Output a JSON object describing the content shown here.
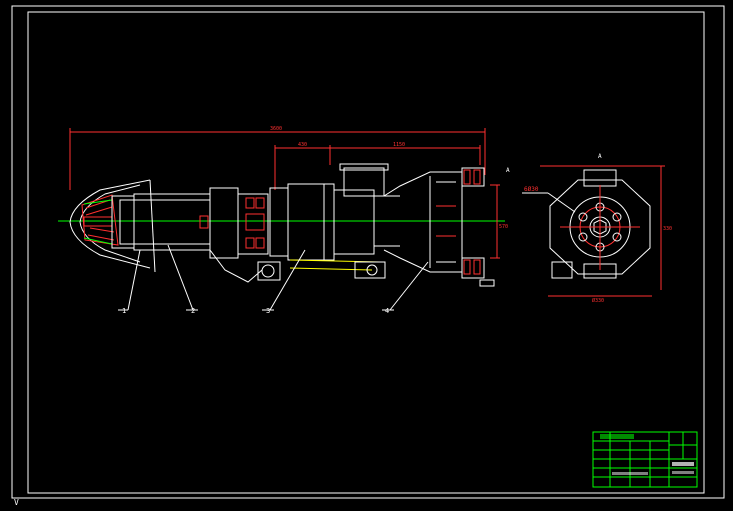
{
  "drawing": {
    "section_marks": {
      "top": "A",
      "right_view": "A"
    },
    "right_view_label": "6Ø30",
    "part_numbers": [
      "1",
      "2",
      "3",
      "4"
    ],
    "dimensions": {
      "overall_length": "3600",
      "left_span": "430",
      "body_span": "1150",
      "height": "570",
      "right_width": "Ø330",
      "right_height": "330"
    },
    "colors": {
      "frame": "#ffffff",
      "outline": "#ffffff",
      "dimension": "#ff3030",
      "centerline": "#00ff00",
      "hidden": "#ffff00",
      "hatch": "#ff3030",
      "titleblock": "#00ff00"
    }
  }
}
